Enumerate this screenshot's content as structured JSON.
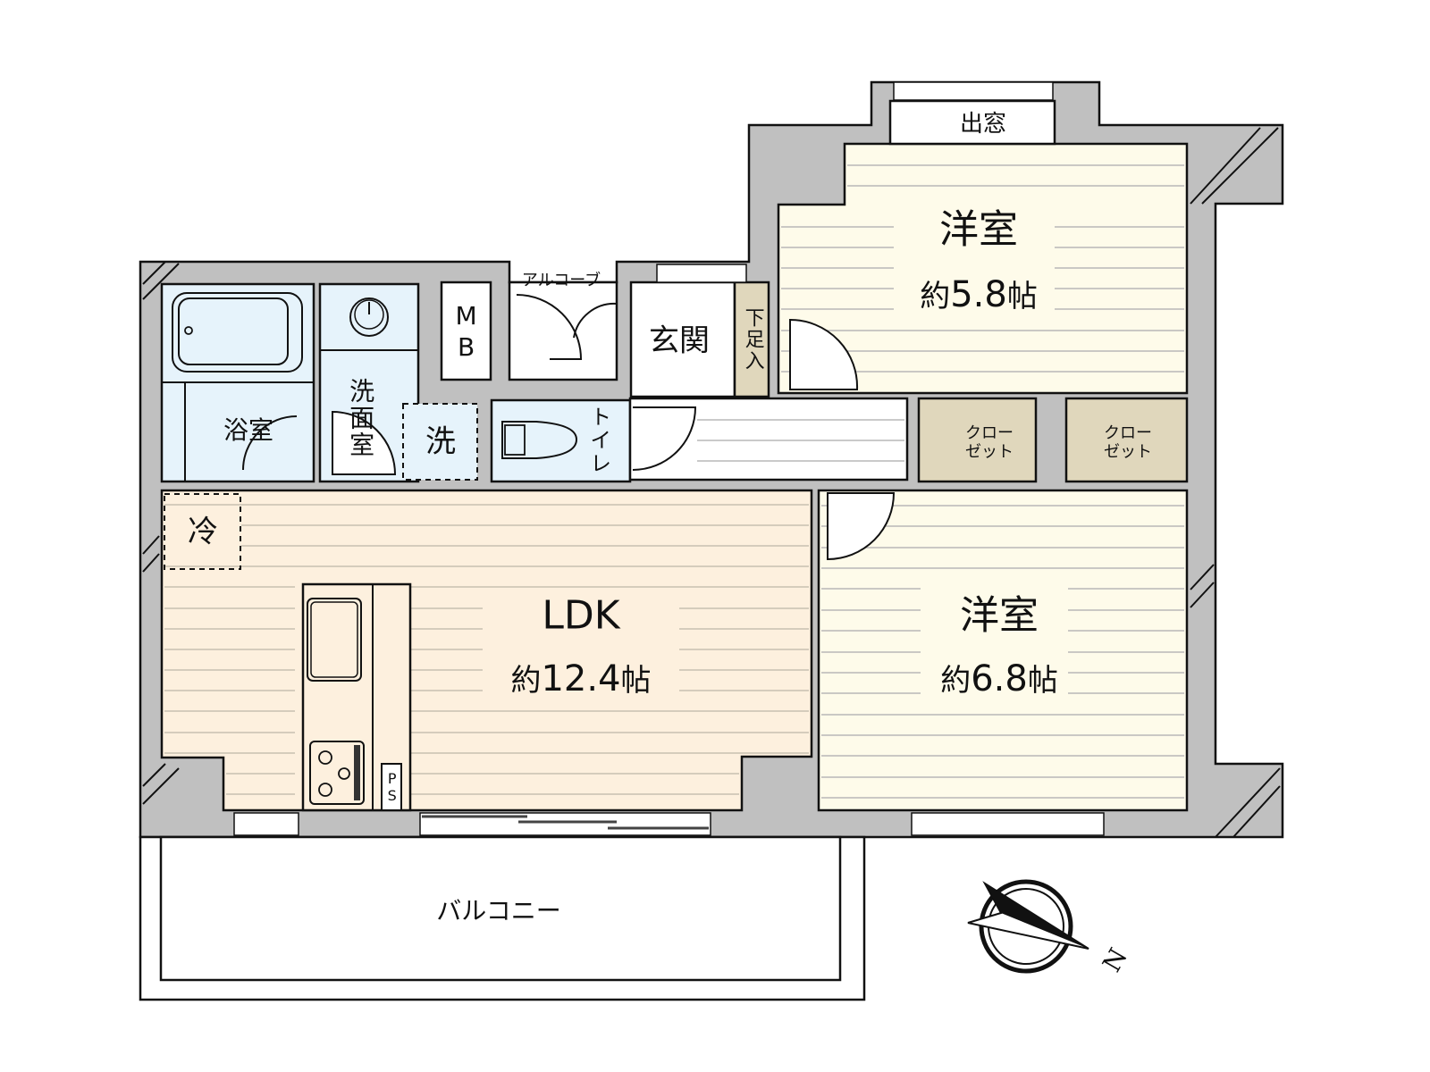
{
  "plan": {
    "colors": {
      "wall": "#c0c0c0",
      "outline": "#111111",
      "wet_area": "#e6f3fb",
      "ldk_floor": "#fdf0de",
      "western_floor": "#fefbea",
      "storage": "#e0d7bc",
      "floor_line": "#b8b8b8"
    },
    "rooms": {
      "western1": {
        "name": "洋室",
        "area_prefix": "約",
        "area_value": "5.8",
        "area_unit": "帖"
      },
      "western2": {
        "name": "洋室",
        "area_prefix": "約",
        "area_value": "6.8",
        "area_unit": "帖"
      },
      "ldk": {
        "name": "LDK",
        "area_prefix": "約",
        "area_value": "12.4",
        "area_unit": "帖"
      },
      "bathroom": {
        "name": "浴室"
      },
      "washroom": {
        "name": "洗面室"
      },
      "washer": {
        "name": "洗"
      },
      "toilet": {
        "name": "トイレ"
      },
      "entrance": {
        "name": "玄関"
      },
      "shoe_storage": {
        "name": "下足入"
      },
      "meter_box": {
        "name": "MB"
      },
      "alcove": {
        "name": "アルコーブ"
      },
      "bay_window": {
        "name": "出窓"
      },
      "closet1": {
        "line1": "クロー",
        "line2": "ゼット"
      },
      "closet2": {
        "line1": "クロー",
        "line2": "ゼット"
      },
      "fridge": {
        "name": "冷"
      },
      "pipe_space": {
        "name": "PS"
      },
      "balcony": {
        "name": "バルコニー"
      }
    },
    "compass": {
      "label": "N"
    }
  }
}
